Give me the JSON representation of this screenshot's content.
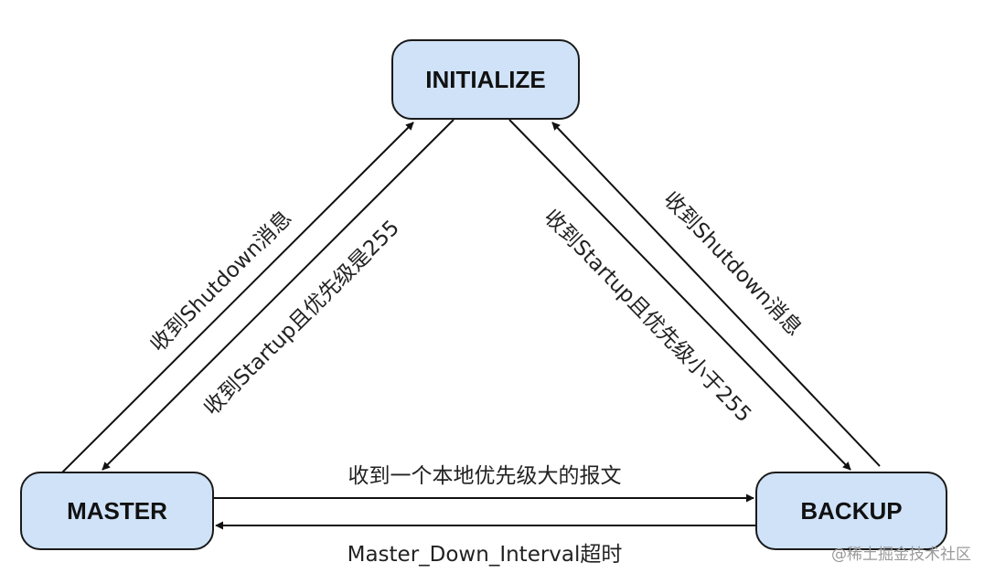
{
  "states": {
    "initialize": "INITIALIZE",
    "master": "MASTER",
    "backup": "BACKUP"
  },
  "transitions": {
    "master_to_init": "收到Shutdown消息",
    "init_to_master": "收到Startup且优先级是255",
    "init_to_backup": "收到Startup且优先级小于255",
    "backup_to_init": "收到Shutdown消息",
    "master_to_backup": "收到一个本地优先级大的报文",
    "backup_to_master": "Master_Down_Interval超时"
  },
  "watermark": "@稀土掘金技术社区"
}
